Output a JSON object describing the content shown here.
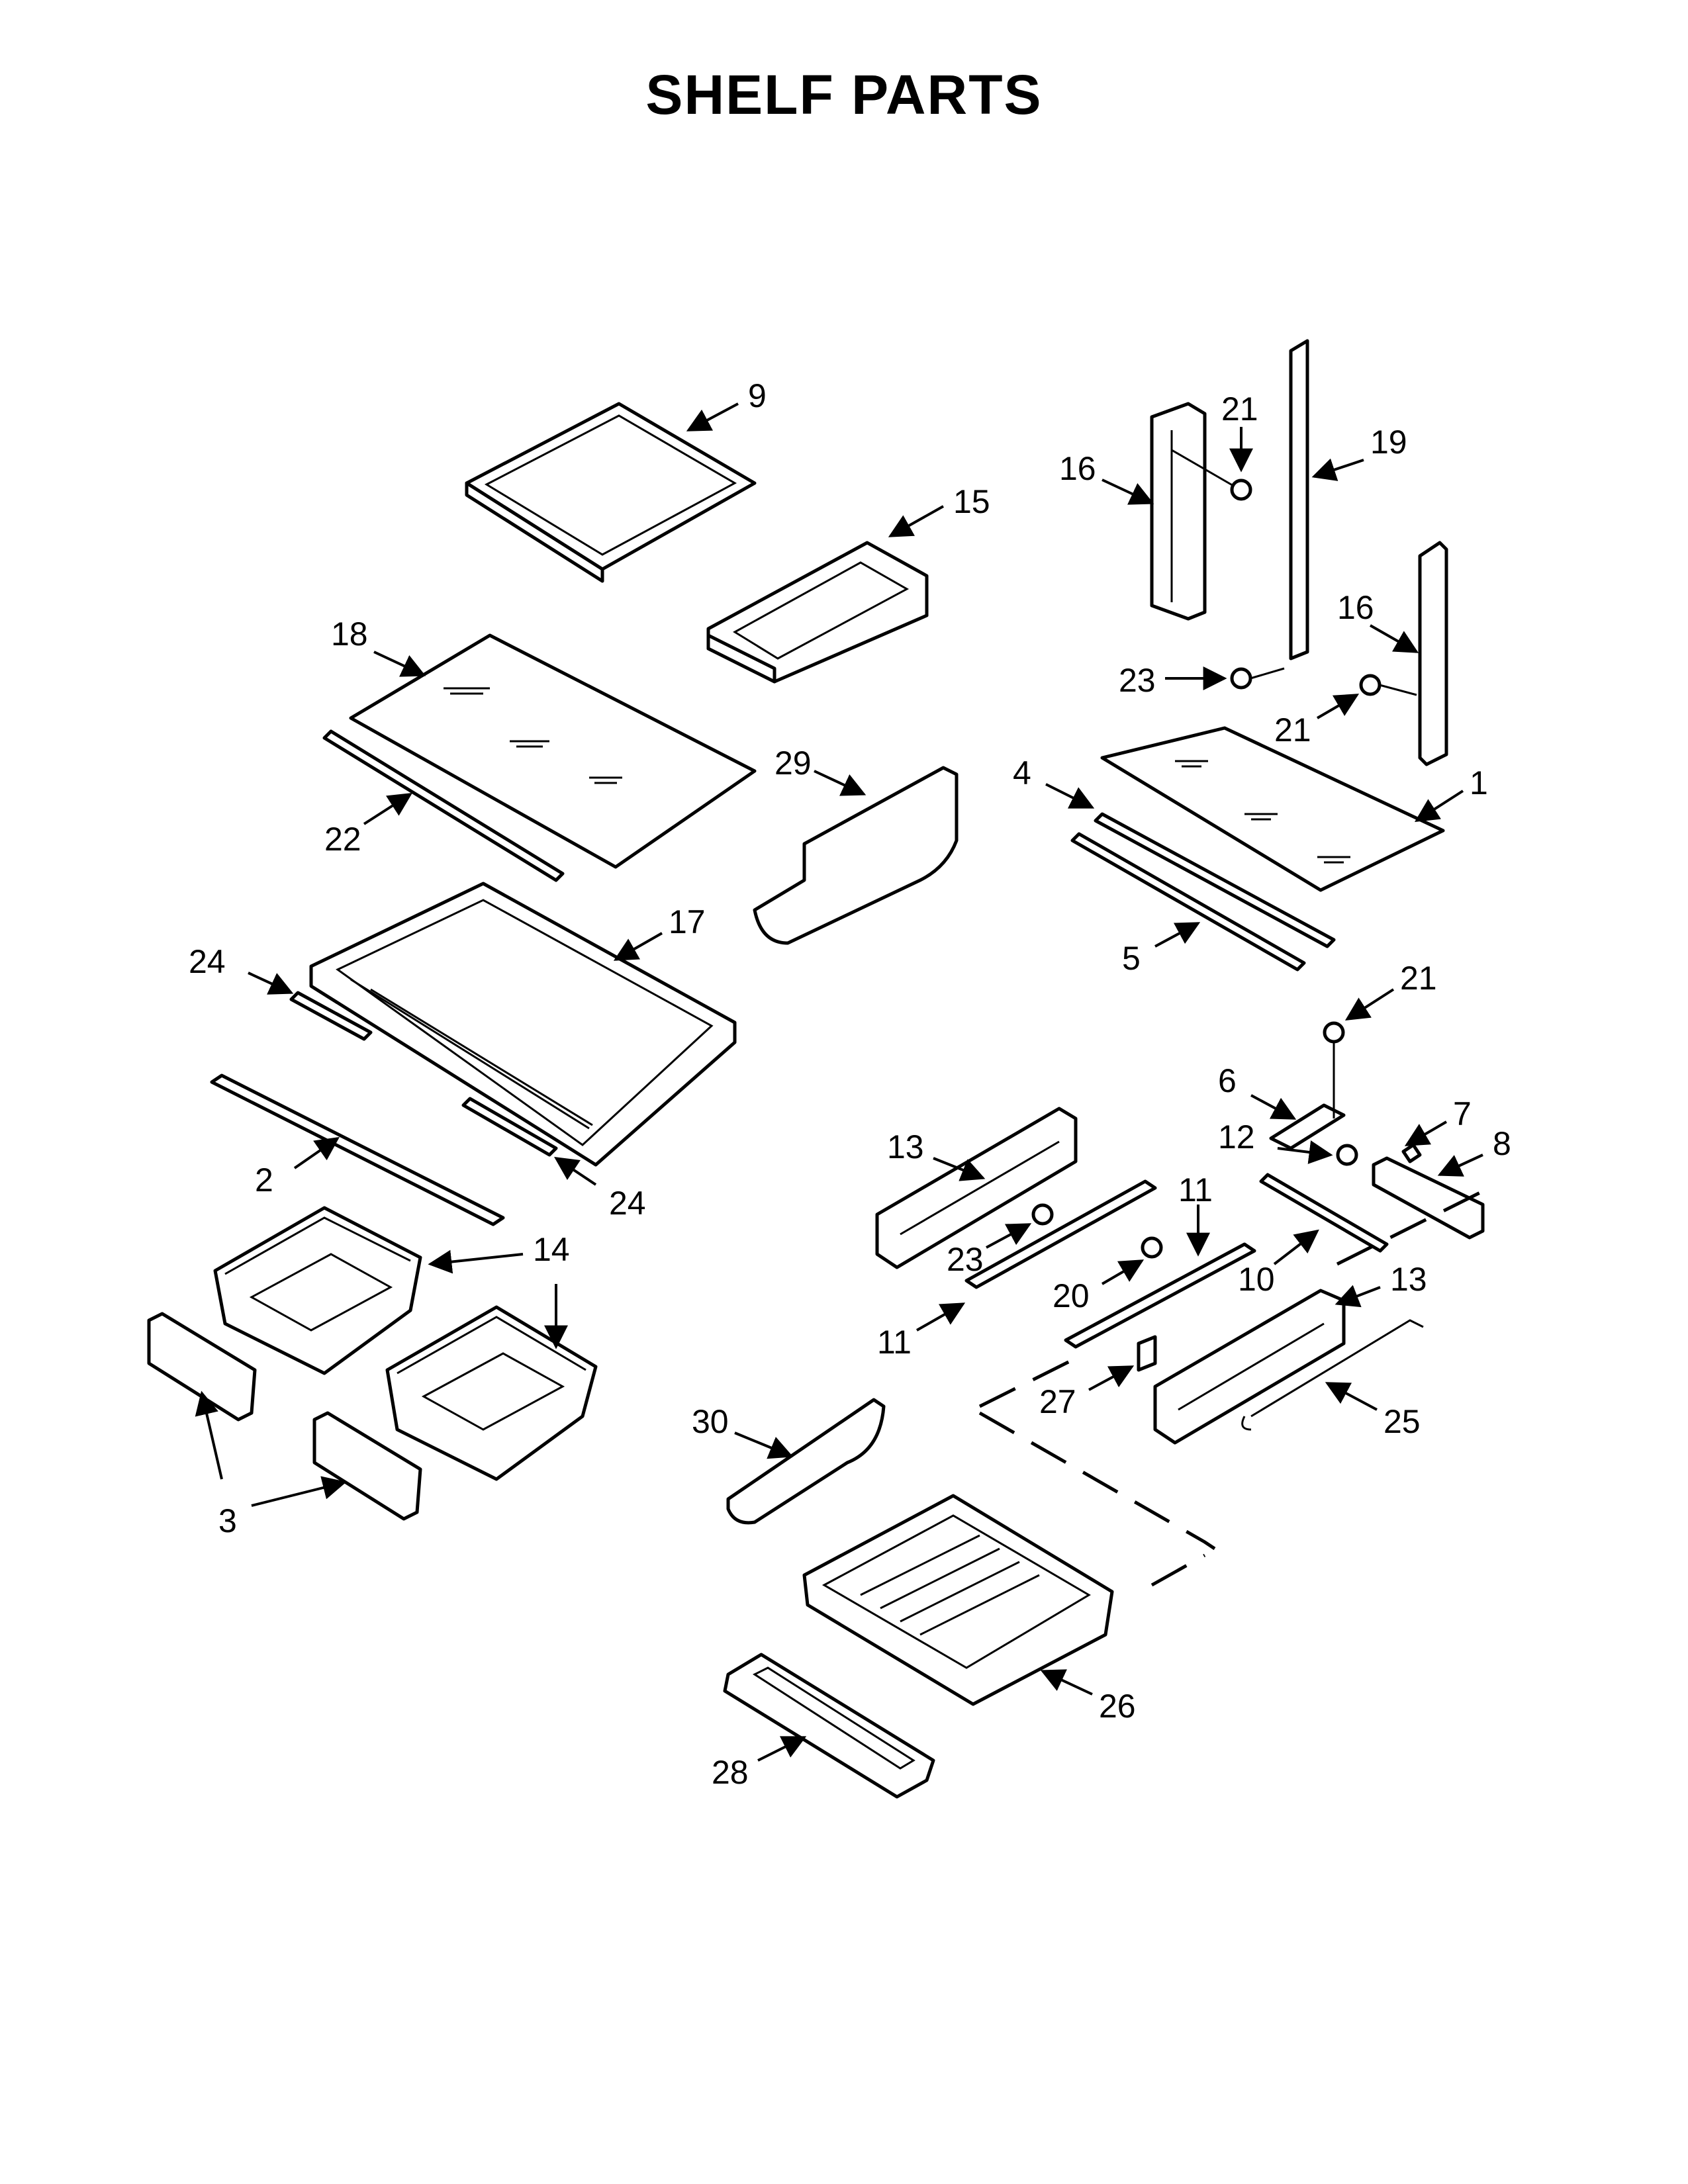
{
  "title": "SHELF PARTS",
  "callouts": [
    {
      "id": "c9",
      "label": "9"
    },
    {
      "id": "c15",
      "label": "15"
    },
    {
      "id": "c18",
      "label": "18"
    },
    {
      "id": "c22",
      "label": "22"
    },
    {
      "id": "c29",
      "label": "29"
    },
    {
      "id": "c17",
      "label": "17"
    },
    {
      "id": "c24a",
      "label": "24"
    },
    {
      "id": "c24b",
      "label": "24"
    },
    {
      "id": "c2",
      "label": "2"
    },
    {
      "id": "c14a",
      "label": "14"
    },
    {
      "id": "c14b",
      "label": "14"
    },
    {
      "id": "c3",
      "label": "3"
    },
    {
      "id": "c21a",
      "label": "21"
    },
    {
      "id": "c19",
      "label": "19"
    },
    {
      "id": "c16a",
      "label": "16"
    },
    {
      "id": "c16b",
      "label": "16"
    },
    {
      "id": "c23a",
      "label": "23"
    },
    {
      "id": "c21b",
      "label": "21"
    },
    {
      "id": "c4",
      "label": "4"
    },
    {
      "id": "c1",
      "label": "1"
    },
    {
      "id": "c5",
      "label": "5"
    },
    {
      "id": "c21c",
      "label": "21"
    },
    {
      "id": "c6",
      "label": "6"
    },
    {
      "id": "c7",
      "label": "7"
    },
    {
      "id": "c8",
      "label": "8"
    },
    {
      "id": "c12",
      "label": "12"
    },
    {
      "id": "c13a",
      "label": "13"
    },
    {
      "id": "c11a",
      "label": "11"
    },
    {
      "id": "c23b",
      "label": "23"
    },
    {
      "id": "c20",
      "label": "20"
    },
    {
      "id": "c10",
      "label": "10"
    },
    {
      "id": "c13b",
      "label": "13"
    },
    {
      "id": "c11b",
      "label": "11"
    },
    {
      "id": "c27",
      "label": "27"
    },
    {
      "id": "c25",
      "label": "25"
    },
    {
      "id": "c30",
      "label": "30"
    },
    {
      "id": "c26",
      "label": "26"
    },
    {
      "id": "c28",
      "label": "28"
    }
  ]
}
